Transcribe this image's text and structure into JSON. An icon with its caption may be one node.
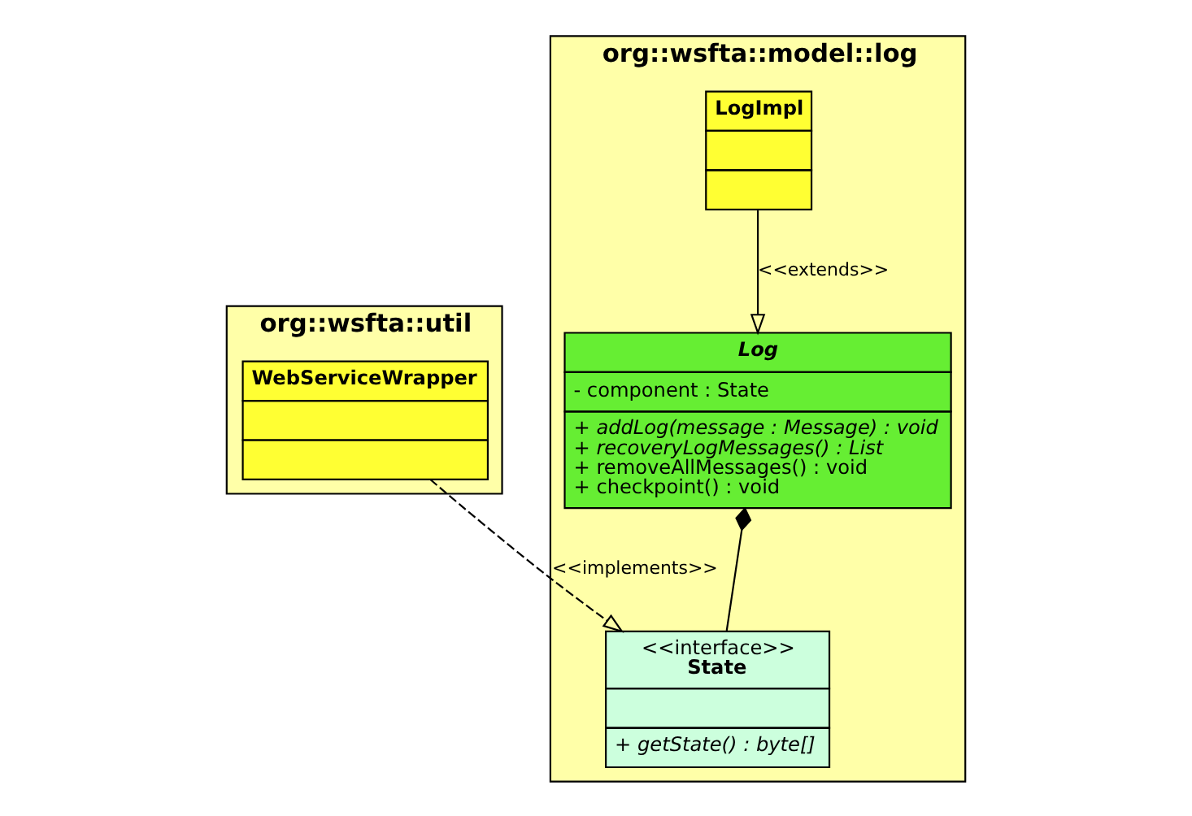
{
  "diagram": {
    "nodes": [
      {
        "text": [
          "org::wsfta::model::log"
        ]
      },
      {
        "text": [
          "Log",
          "- component : State",
          "+ addLog(message : Message) : void",
          "+ recoveryLogMessages() : List",
          "+ removeAllMessages() : void",
          "+ checkpoint() : void"
        ],
        "in": 0
      },
      {
        "text": [
          "LogImpl"
        ],
        "in": 0
      },
      {
        "text": [
          "<<interface>>",
          "State",
          "+ getState() : byte[]"
        ],
        "in": 0
      },
      {
        "text": [
          "org::wsfta::util"
        ]
      },
      {
        "text": [
          "WebServiceWrapper"
        ],
        "in": 4
      }
    ],
    "edges": [
      {
        "from": 2,
        "to": 1,
        "arrow": "to",
        "label": "<<extends>>"
      },
      {
        "from": 1,
        "to": 3,
        "arrow": "other"
      },
      {
        "from": 5,
        "to": 3,
        "arrow": "to",
        "label": "<<implements>>",
        "style": "dashed"
      }
    ]
  }
}
